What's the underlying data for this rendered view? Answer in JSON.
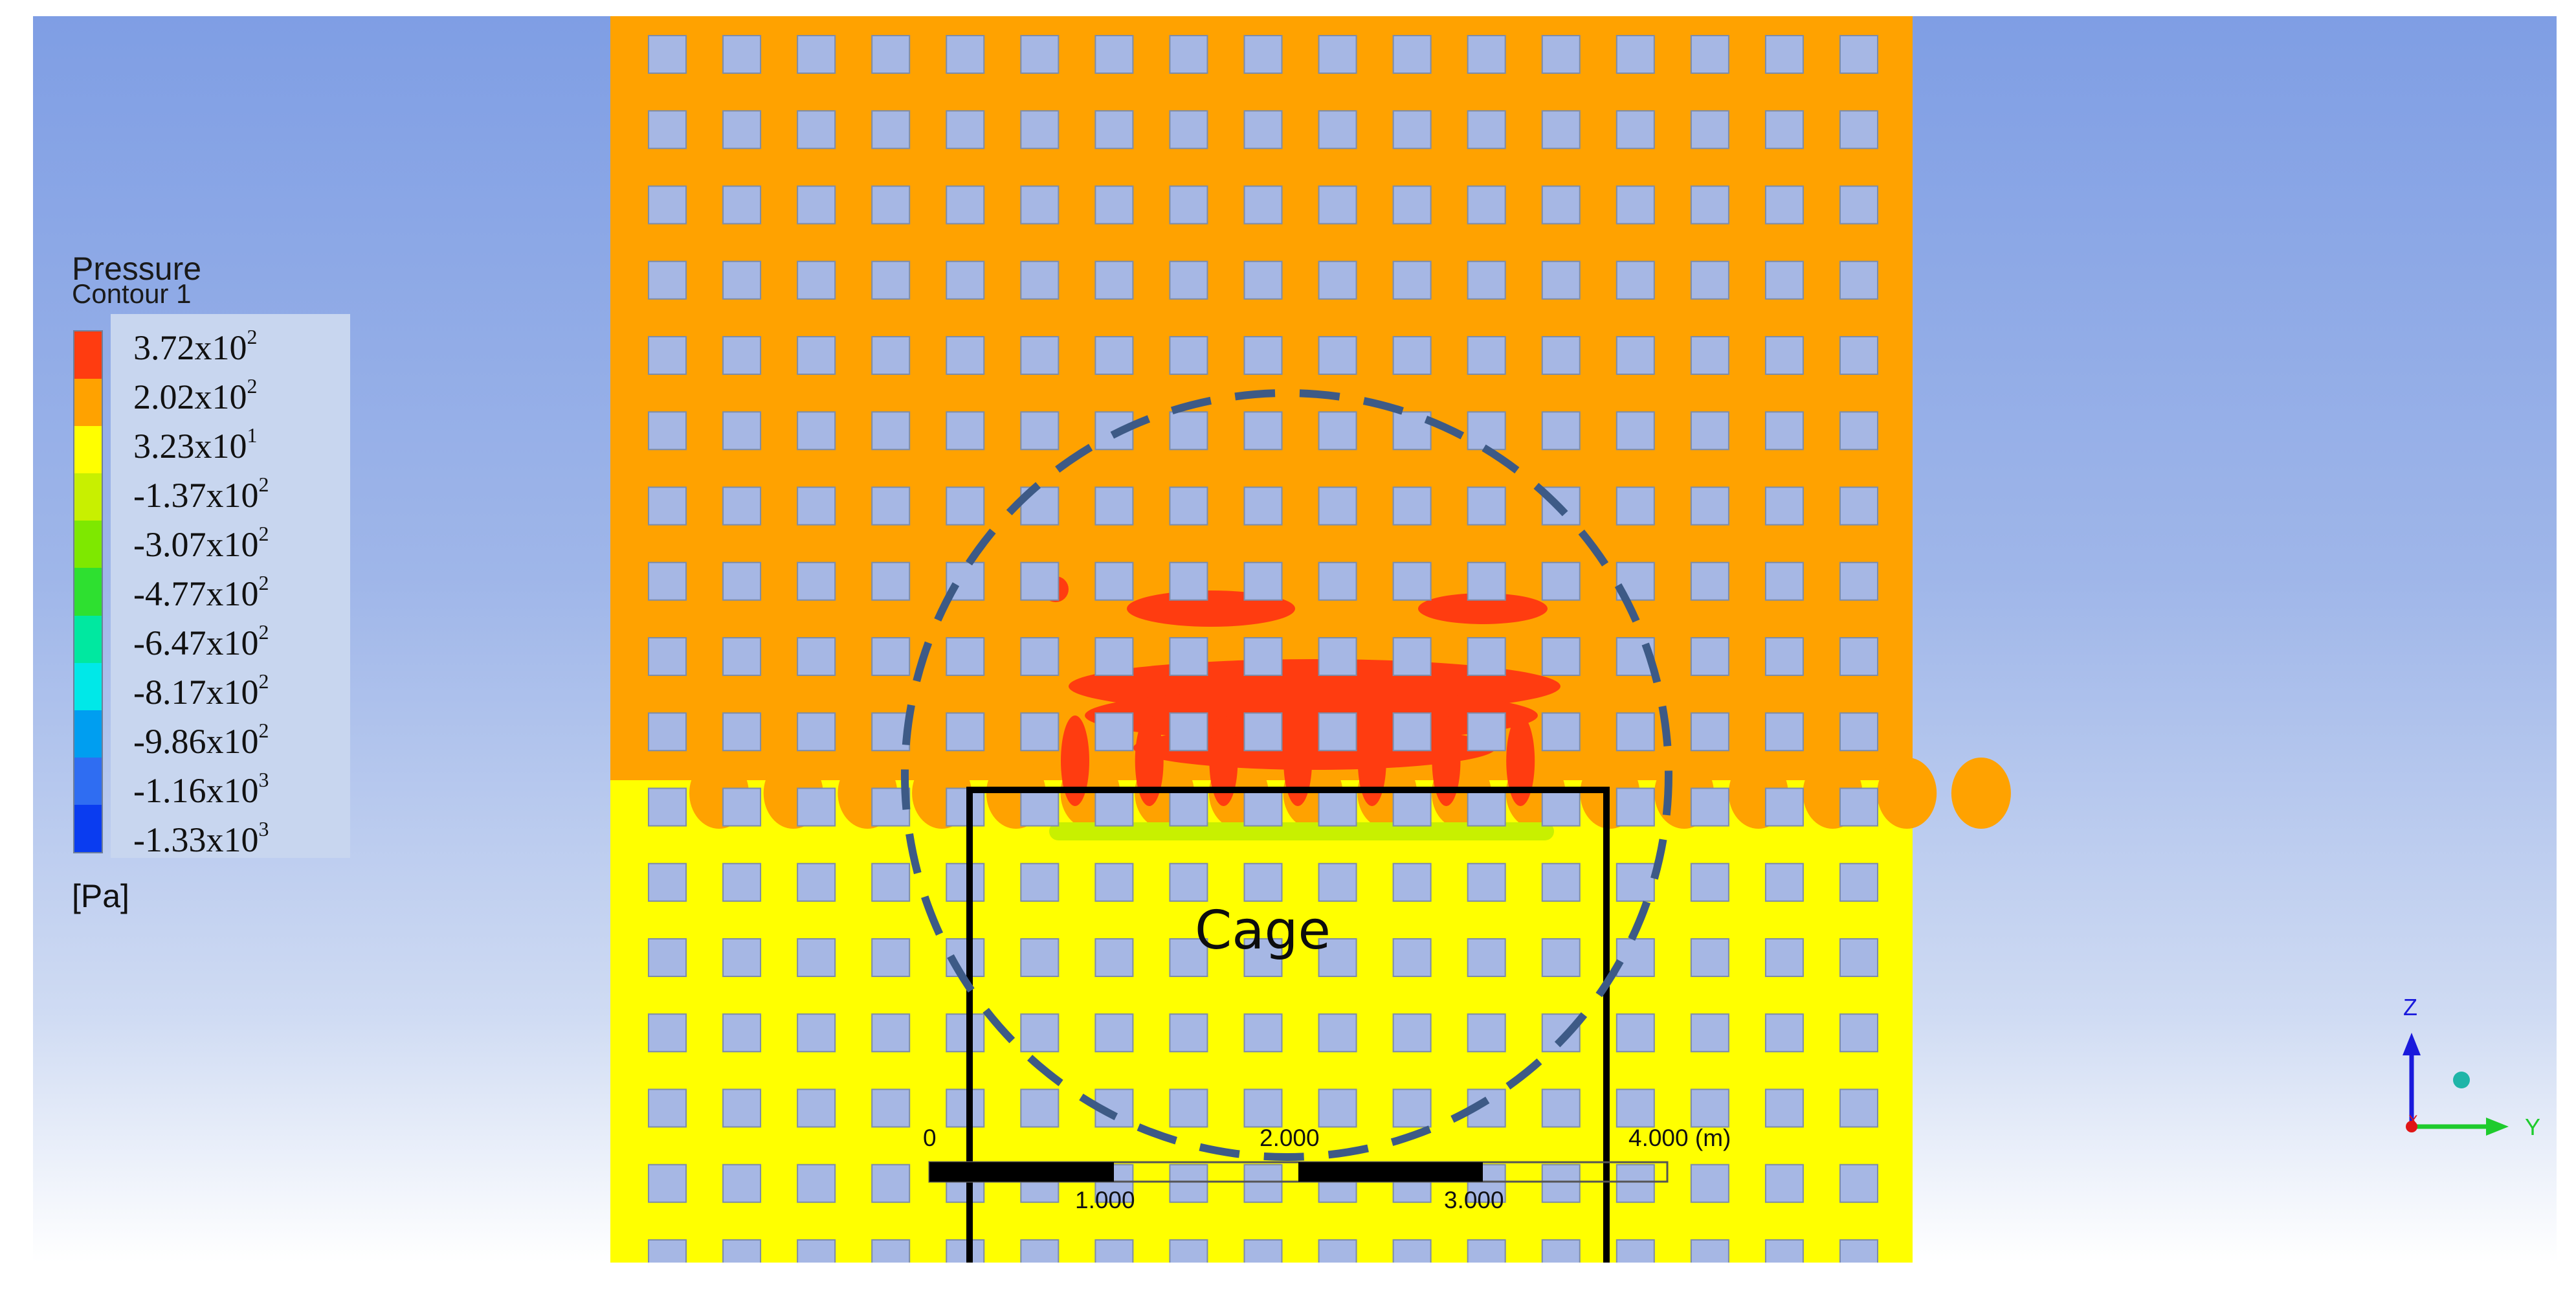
{
  "legend": {
    "title": "Pressure",
    "subtitle": "Contour 1",
    "units": "[Pa]",
    "levels": [
      {
        "mantissa": "3.72x10",
        "exp": "2"
      },
      {
        "mantissa": "2.02x10",
        "exp": "2"
      },
      {
        "mantissa": "3.23x10",
        "exp": "1"
      },
      {
        "mantissa": "-1.37x10",
        "exp": "2"
      },
      {
        "mantissa": "-3.07x10",
        "exp": "2"
      },
      {
        "mantissa": "-4.77x10",
        "exp": "2"
      },
      {
        "mantissa": "-6.47x10",
        "exp": "2"
      },
      {
        "mantissa": "-8.17x10",
        "exp": "2"
      },
      {
        "mantissa": "-9.86x10",
        "exp": "2"
      },
      {
        "mantissa": "-1.16x10",
        "exp": "3"
      },
      {
        "mantissa": "-1.33x10",
        "exp": "3"
      }
    ],
    "band_colors": [
      "#ff3c10",
      "#ffa200",
      "#ffff00",
      "#c8f000",
      "#7ee800",
      "#2ee030",
      "#00e8a0",
      "#00e8e8",
      "#009ef0",
      "#2f6df2",
      "#0a3cf0"
    ]
  },
  "scene": {
    "label": "Cage",
    "colors": {
      "high_pressure_region": "#ffa200",
      "low_pressure_region": "#ffff00",
      "max_pressure_spots": "#ff3c10",
      "transition_band": "#c8f000",
      "openings": "#a6b7e4",
      "cage_outline": "#000000",
      "circle_outline": "#3d5a86"
    }
  },
  "ruler": {
    "top_labels": [
      "0",
      "2.000",
      "4.000  (m)"
    ],
    "bottom_labels": [
      "1.000",
      "3.000"
    ]
  },
  "triad": {
    "axes": [
      "Z",
      "Y",
      "X"
    ],
    "colors": {
      "Z": "#1a1adc",
      "Y": "#1ecb2d",
      "X": "#e01515",
      "center": "#1fb5a8"
    }
  }
}
